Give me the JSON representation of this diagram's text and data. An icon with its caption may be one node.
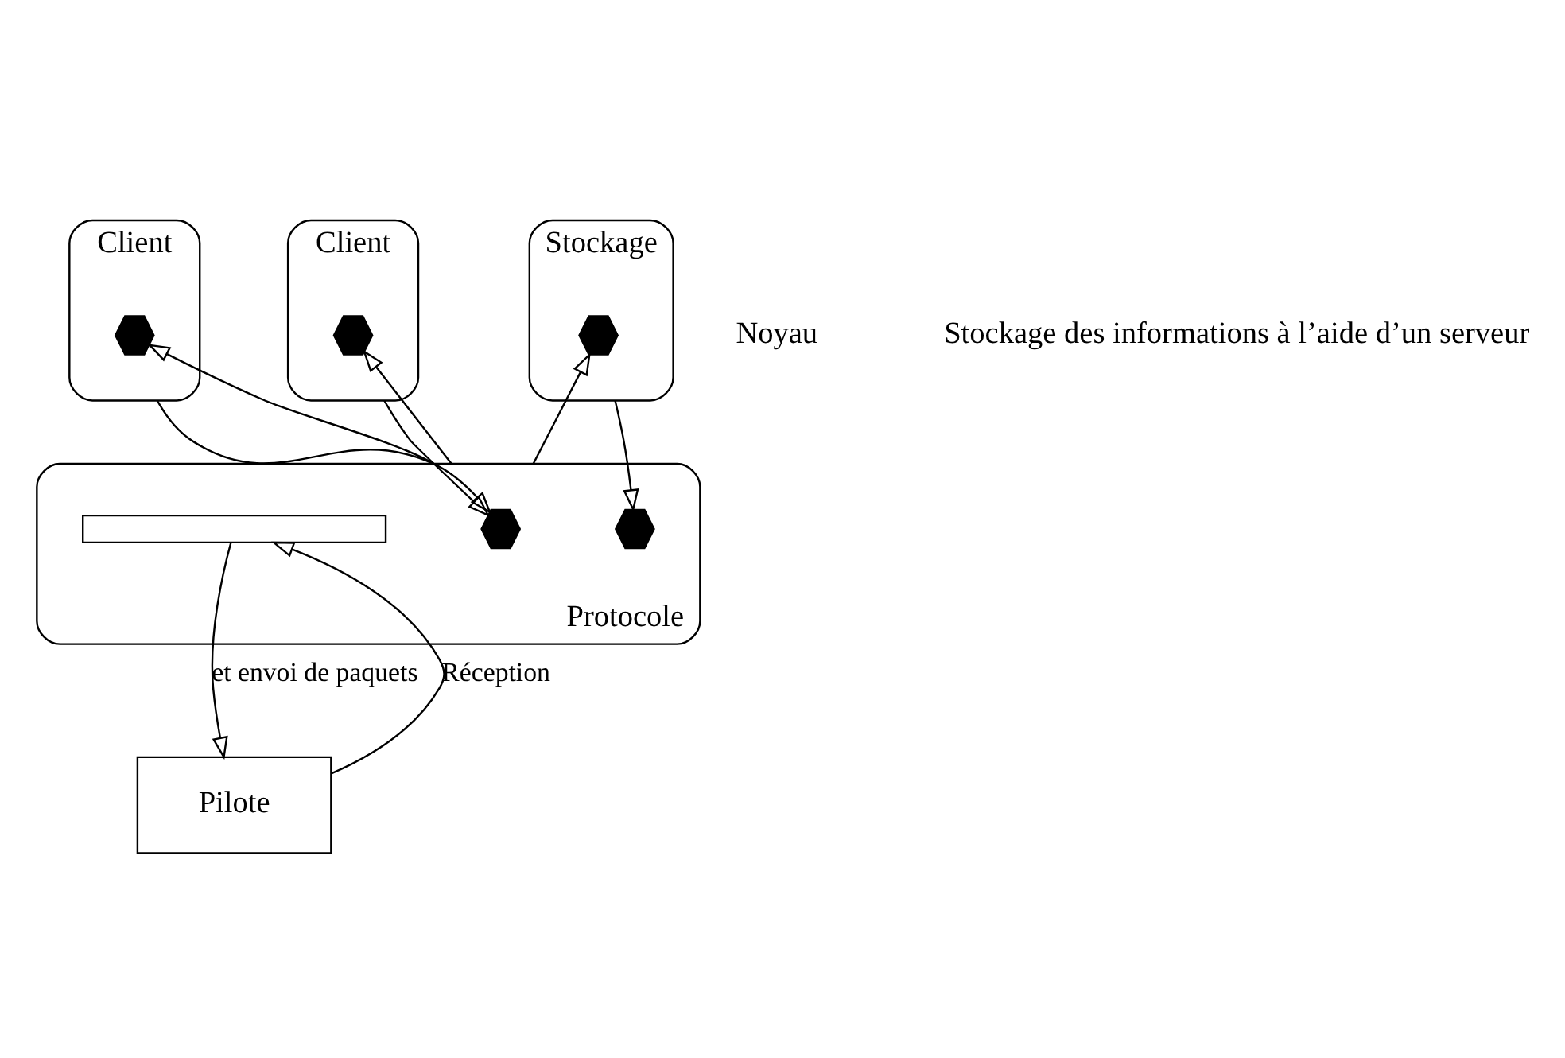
{
  "diagram": {
    "nodes": [
      {
        "text": [
          "Client"
        ]
      },
      {
        "text": [],
        "shape": "hexagon",
        "in": 0
      },
      {
        "text": [
          "Client"
        ]
      },
      {
        "text": [],
        "shape": "hexagon",
        "in": 2
      },
      {
        "text": [
          "Stockage"
        ]
      },
      {
        "text": [],
        "shape": "hexagon",
        "in": 4
      },
      {
        "text": [
          "Protocole"
        ]
      },
      {
        "text": [],
        "shape": "hexagon",
        "in": 6
      },
      {
        "text": [],
        "shape": "hexagon",
        "in": 6
      },
      {
        "text": [],
        "shape": "box",
        "in": 6
      },
      {
        "text": [
          "Pilote"
        ]
      }
    ],
    "edges": [
      {
        "from": 0,
        "to": 7,
        "arrow": "to"
      },
      {
        "from": 6,
        "to": 1,
        "arrow": "to"
      },
      {
        "from": 2,
        "to": 7,
        "arrow": "to"
      },
      {
        "from": 6,
        "to": 3,
        "arrow": "to"
      },
      {
        "from": 6,
        "to": 5,
        "arrow": "to"
      },
      {
        "from": 4,
        "to": 8,
        "arrow": "to"
      },
      {
        "from": 10,
        "to": 9,
        "arrow": "to",
        "label": "Réception"
      },
      {
        "from": 9,
        "to": 10,
        "arrow": "to",
        "label": "et envoi de paquets"
      }
    ],
    "labels": [
      "Noyau",
      "Stockage des informations à l’aide d’un serveur"
    ]
  }
}
